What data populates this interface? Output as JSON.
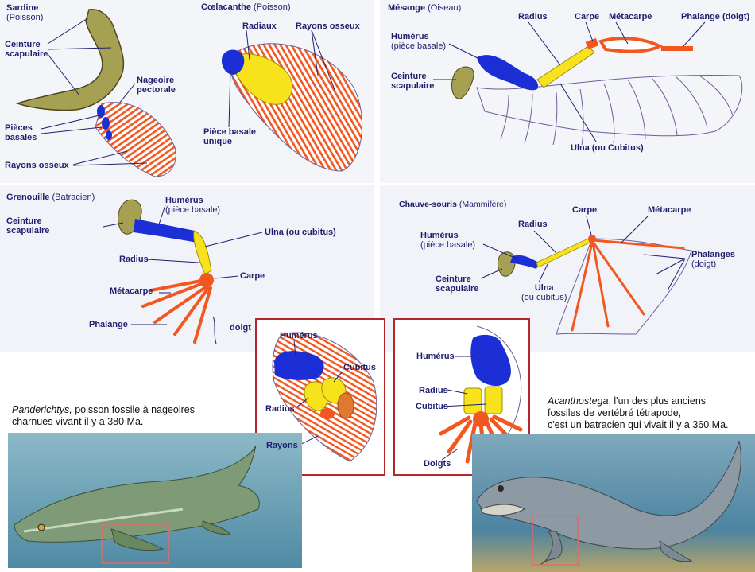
{
  "sardine": {
    "name": "Sardine",
    "group": "(Poisson)",
    "labels": {
      "ceinture_1": "Ceinture",
      "ceinture_2": "scapulaire",
      "nageoire_1": "Nageoire",
      "nageoire_2": "pectorale",
      "pieces_1": "Pièces",
      "pieces_2": "basales",
      "rayons": "Rayons osseux"
    }
  },
  "coelacanthe": {
    "name": "Cœlacanthe",
    "group": "(Poisson)",
    "labels": {
      "radiaux": "Radiaux",
      "rayons": "Rayons osseux",
      "piece_1": "Pièce basale",
      "piece_2": "unique"
    }
  },
  "mesange": {
    "name": "Mésange",
    "group": "(Oiseau)",
    "labels": {
      "humerus_1": "Humérus",
      "humerus_2": "(pièce basale)",
      "radius": "Radius",
      "carpe": "Carpe",
      "metacarpe": "Métacarpe",
      "phalange": "Phalange (doigt)",
      "ceinture_1": "Ceinture",
      "ceinture_2": "scapulaire",
      "ulna": "Ulna (ou Cubitus)"
    }
  },
  "grenouille": {
    "name": "Grenouille",
    "group": "(Batracien)",
    "labels": {
      "humerus_1": "Humérus",
      "humerus_2": "(pièce basale)",
      "ceinture_1": "Ceinture",
      "ceinture_2": "scapulaire",
      "ulna": "Ulna (ou cubitus)",
      "radius": "Radius",
      "carpe": "Carpe",
      "metacarpe": "Métacarpe",
      "phalange": "Phalange",
      "doigt": "doigt"
    }
  },
  "chauve_souris": {
    "name": "Chauve-souris",
    "group": "(Mammifère)",
    "labels": {
      "carpe": "Carpe",
      "radius": "Radius",
      "metacarpe": "Métacarpe",
      "humerus_1": "Humérus",
      "humerus_2": "(pièce basale)",
      "phalanges_1": "Phalanges",
      "phalanges_2": "(doigt)",
      "ceinture_1": "Ceinture",
      "ceinture_2": "scapulaire",
      "ulna_1": "Ulna",
      "ulna_2": "(ou cubitus)"
    }
  },
  "zoom_fish": {
    "humerus": "Humérus",
    "cubitus": "Cubitus",
    "radius": "Radius",
    "rayons": "Rayons"
  },
  "zoom_tetra": {
    "humerus": "Humérus",
    "radius": "Radius",
    "cubitus": "Cubitus",
    "doigts": "Doigts"
  },
  "panderichthys": {
    "name": "Panderichtys,",
    "line1": " poisson fossile à nageoires",
    "line2": "charnues vivant il y a 380 Ma."
  },
  "acanthostega": {
    "name": "Acanthostega",
    "line1": ", l'un des plus anciens",
    "line2": "fossiles de vertébré tétrapode,",
    "line3": "c'est un batracien qui vivait il y a 360 Ma."
  },
  "colors": {
    "label": "#1f1f6e",
    "basal": "#1c2fd6",
    "radial": "#f7e21b",
    "ray": "#f2571f",
    "girdle": "#a5a052",
    "frame": "#b5262b",
    "water": "#6aa3ba"
  }
}
